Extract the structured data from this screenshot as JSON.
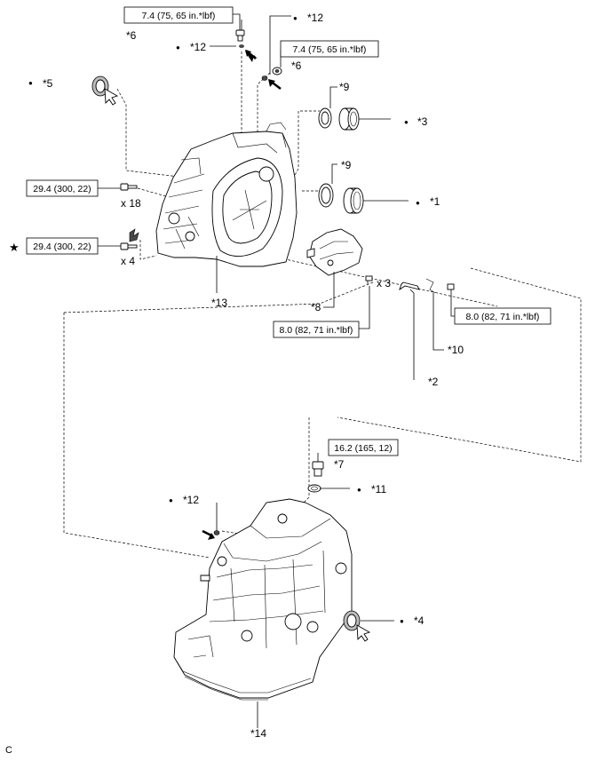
{
  "labels": {
    "p1": "*1",
    "p2": "*2",
    "p3": "*3",
    "p4": "*4",
    "p5": "*5",
    "p6a": "*6",
    "p6b": "*6",
    "p7": "*7",
    "p8": "*8",
    "p9a": "*9",
    "p9b": "*9",
    "p10": "*10",
    "p11": "*11",
    "p12a": "*12",
    "p12b": "*12",
    "p12c": "*12",
    "p13": "*13",
    "p14": "*14"
  },
  "torque": {
    "t1": "7.4 (75, 65 in.*lbf)",
    "t2": "7.4 (75, 65 in.*lbf)",
    "t3": "29.4 (300, 22)",
    "t4": "29.4 (300, 22)",
    "t5": "8.0 (82, 71 in.*lbf)",
    "t6": "8.0 (82, 71 in.*lbf)",
    "t7": "16.2 (165, 12)"
  },
  "quantities": {
    "q18": "x 18",
    "q4": "x 4",
    "q3": "x 3"
  },
  "symbols": {
    "bullet": "●",
    "star": "★",
    "star_icon": "star-icon",
    "pointer_icon": "arrow-pointer-icon"
  },
  "footer_code": "C"
}
